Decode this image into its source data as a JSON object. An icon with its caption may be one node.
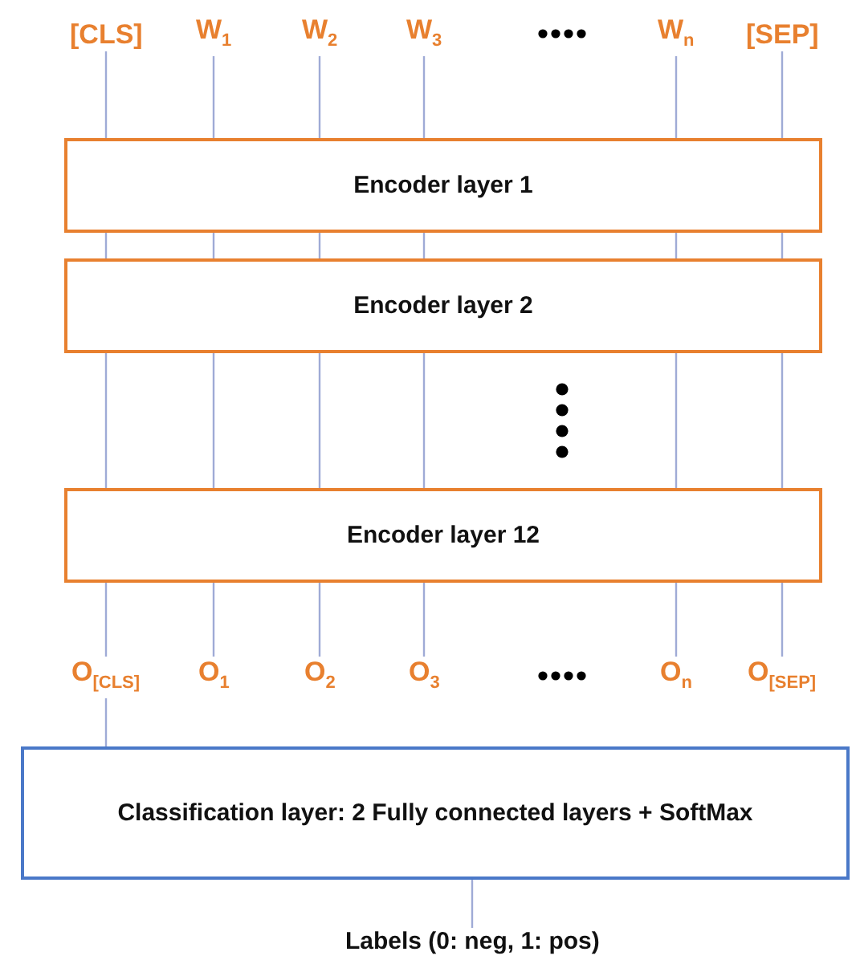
{
  "diagram": {
    "nodes": [
      {
        "text": [
          "[CLS]"
        ]
      },
      {
        "text": [
          "W$_{1}$"
        ]
      },
      {
        "text": [
          "W$_{2}$"
        ]
      },
      {
        "text": [
          "W$_{3}$"
        ]
      },
      {
        "text": [
          "W$_{n}$"
        ]
      },
      {
        "text": [
          "[SEP]"
        ]
      },
      {
        "text": [
          "Encoder layer 1"
        ]
      },
      {
        "text": [
          "Encoder layer 2"
        ]
      },
      {
        "text": [
          "Encoder layer 12"
        ]
      },
      {
        "text": [
          "O$_{[CLS]}$"
        ]
      },
      {
        "text": [
          "O$_{1}$"
        ]
      },
      {
        "text": [
          "O$_{2}$"
        ]
      },
      {
        "text": [
          "O$_{3}$"
        ]
      },
      {
        "text": [
          "O$_{n}$"
        ]
      },
      {
        "text": [
          "O$_{[SEP]}$"
        ]
      },
      {
        "text": [
          "Classification layer: 2 Fully connected layers + SoftMax"
        ]
      },
      {
        "text": [
          "Labels (0: neg, 1: pos)"
        ]
      }
    ],
    "edges": [
      {
        "from": 0,
        "to": 6,
        "arrow": "none"
      },
      {
        "from": 1,
        "to": 6,
        "arrow": "none"
      },
      {
        "from": 2,
        "to": 6,
        "arrow": "none"
      },
      {
        "from": 3,
        "to": 6,
        "arrow": "none"
      },
      {
        "from": 4,
        "to": 6,
        "arrow": "none"
      },
      {
        "from": 5,
        "to": 6,
        "arrow": "none"
      },
      {
        "from": 6,
        "to": 7,
        "arrow": "none"
      },
      {
        "from": 6,
        "to": 7,
        "arrow": "none"
      },
      {
        "from": 6,
        "to": 7,
        "arrow": "none"
      },
      {
        "from": 6,
        "to": 7,
        "arrow": "none"
      },
      {
        "from": 6,
        "to": 7,
        "arrow": "none"
      },
      {
        "from": 6,
        "to": 7,
        "arrow": "none"
      },
      {
        "from": 7,
        "to": 8,
        "arrow": "none"
      },
      {
        "from": 7,
        "to": 8,
        "arrow": "none"
      },
      {
        "from": 7,
        "to": 8,
        "arrow": "none"
      },
      {
        "from": 7,
        "to": 8,
        "arrow": "none"
      },
      {
        "from": 7,
        "to": 8,
        "arrow": "none"
      },
      {
        "from": 7,
        "to": 8,
        "arrow": "none"
      },
      {
        "from": 8,
        "to": 9,
        "arrow": "none"
      },
      {
        "from": 8,
        "to": 10,
        "arrow": "none"
      },
      {
        "from": 8,
        "to": 11,
        "arrow": "none"
      },
      {
        "from": 8,
        "to": 12,
        "arrow": "none"
      },
      {
        "from": 8,
        "to": 13,
        "arrow": "none"
      },
      {
        "from": 8,
        "to": 14,
        "arrow": "none"
      },
      {
        "from": 9,
        "to": 15,
        "arrow": "none"
      },
      {
        "from": 15,
        "to": 16,
        "arrow": "none"
      }
    ]
  }
}
